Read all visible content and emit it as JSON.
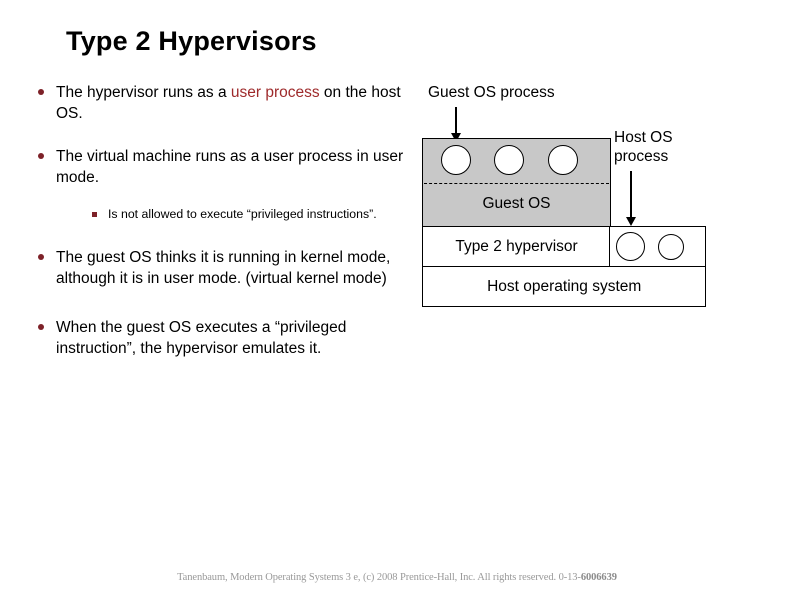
{
  "slide": {
    "title": "Type 2 Hypervisors"
  },
  "bullets": [
    {
      "level": 1,
      "marker": "round-bullet",
      "parts": [
        {
          "text": "The hypervisor runs as a ",
          "style": "normal"
        },
        {
          "text": "user process",
          "style": "red"
        },
        {
          "text": " on the host OS.",
          "style": "normal"
        }
      ],
      "plain": "The hypervisor runs as a user process on the host OS."
    },
    {
      "level": 1,
      "marker": "round-bullet",
      "parts": [
        {
          "text": "The virtual machine runs as a user process in user mode.",
          "style": "normal"
        }
      ],
      "plain": "The virtual machine runs as a user process in user mode."
    },
    {
      "level": 2,
      "marker": "square-bullet",
      "parts": [
        {
          "text": "Is not allowed to execute “privileged instructions”.",
          "style": "normal"
        }
      ],
      "plain": "Is not allowed to execute “privileged instructions”."
    },
    {
      "level": 1,
      "marker": "round-bullet",
      "parts": [
        {
          "text": "The guest OS thinks it is running in kernel mode, although it is in user mode. (virtual kernel mode)",
          "style": "normal"
        }
      ],
      "plain": "The guest OS thinks it is running in kernel mode, although it is in user mode. (virtual kernel mode)"
    },
    {
      "level": 1,
      "marker": "round-bullet",
      "parts": [
        {
          "text": "When the guest OS executes a “privileged instruction”, the hypervisor emulates it.",
          "style": "normal"
        }
      ],
      "plain": "When the guest OS executes a “privileged instruction”, the hypervisor emulates it."
    }
  ],
  "diagram": {
    "labels": {
      "guest_os_process": "Guest OS process",
      "host_os_process": "Host OS\nprocess"
    },
    "layers": {
      "guest_os": "Guest OS",
      "type2_hypervisor": "Type 2 hypervisor",
      "host_operating_system": "Host operating system"
    },
    "guest_process_count": 3,
    "host_process_count": 2,
    "colors": {
      "guest_vm_fill": "#c8c8c8",
      "layer_fill": "#ffffff",
      "stroke": "#000000"
    }
  },
  "footer": {
    "text": "Tanenbaum, Modern Operating Systems 3 e, (c) 2008 Prentice-Hall, Inc. All rights reserved. 0-13-",
    "isbn": "6006639"
  }
}
